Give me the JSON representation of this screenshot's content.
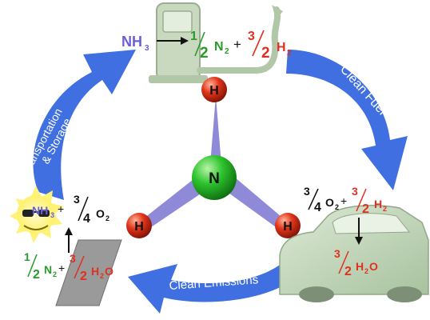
{
  "top_reaction": {
    "nh3": "NH",
    "nh3_sub": "3",
    "n2_num": "1",
    "n2_den": "2",
    "n2": "N",
    "n2_sub": "2",
    "plus": "+",
    "h2_num": "3",
    "h2_den": "2",
    "h2": "H",
    "h2_sub": "2"
  },
  "right_reaction": {
    "o2_num": "3",
    "o2_den": "4",
    "o2": "O",
    "o2_sub": "2",
    "plus": "+",
    "h2_num": "3",
    "h2_den": "2",
    "h2": "H",
    "h2_sub": "2",
    "h2o_num": "3",
    "h2o_den": "2",
    "h2o_h": "H",
    "h2o_sub": "2",
    "h2o_o": "O"
  },
  "left_reaction": {
    "nh3": "NH",
    "nh3_sub": "3",
    "plus": "+",
    "o2_num": "3",
    "o2_den": "4",
    "o2": "O",
    "o2_sub": "2",
    "n2_num": "1",
    "n2_den": "2",
    "n2": "N",
    "n2_sub": "2",
    "plus2": "+",
    "h2o_num": "3",
    "h2o_den": "2",
    "h2o_h": "H",
    "h2o_sub": "2",
    "h2o_o": "O"
  },
  "arrows": {
    "clean_fuel": "Clean Fuel",
    "clean_emissions": "Clean Emissions",
    "transport_line1": "Transportation",
    "transport_line2": "& Storage"
  },
  "molecule": {
    "center": "N",
    "top": "H",
    "left": "H",
    "right": "H"
  },
  "colors": {
    "arrow_blue": "#3f6fe0",
    "nh3_purple": "#6a5fd6",
    "n2_green": "#2a9a2a",
    "h2_red": "#e03020",
    "o2_black": "#111111",
    "atom_n": "#22b422",
    "atom_h": "#d62a10",
    "bond": "#8e8ad8",
    "pump": "#c9d9c0",
    "car": "#b8cfb0",
    "sun": "#fff27a",
    "panel": "#9a9a9a"
  }
}
